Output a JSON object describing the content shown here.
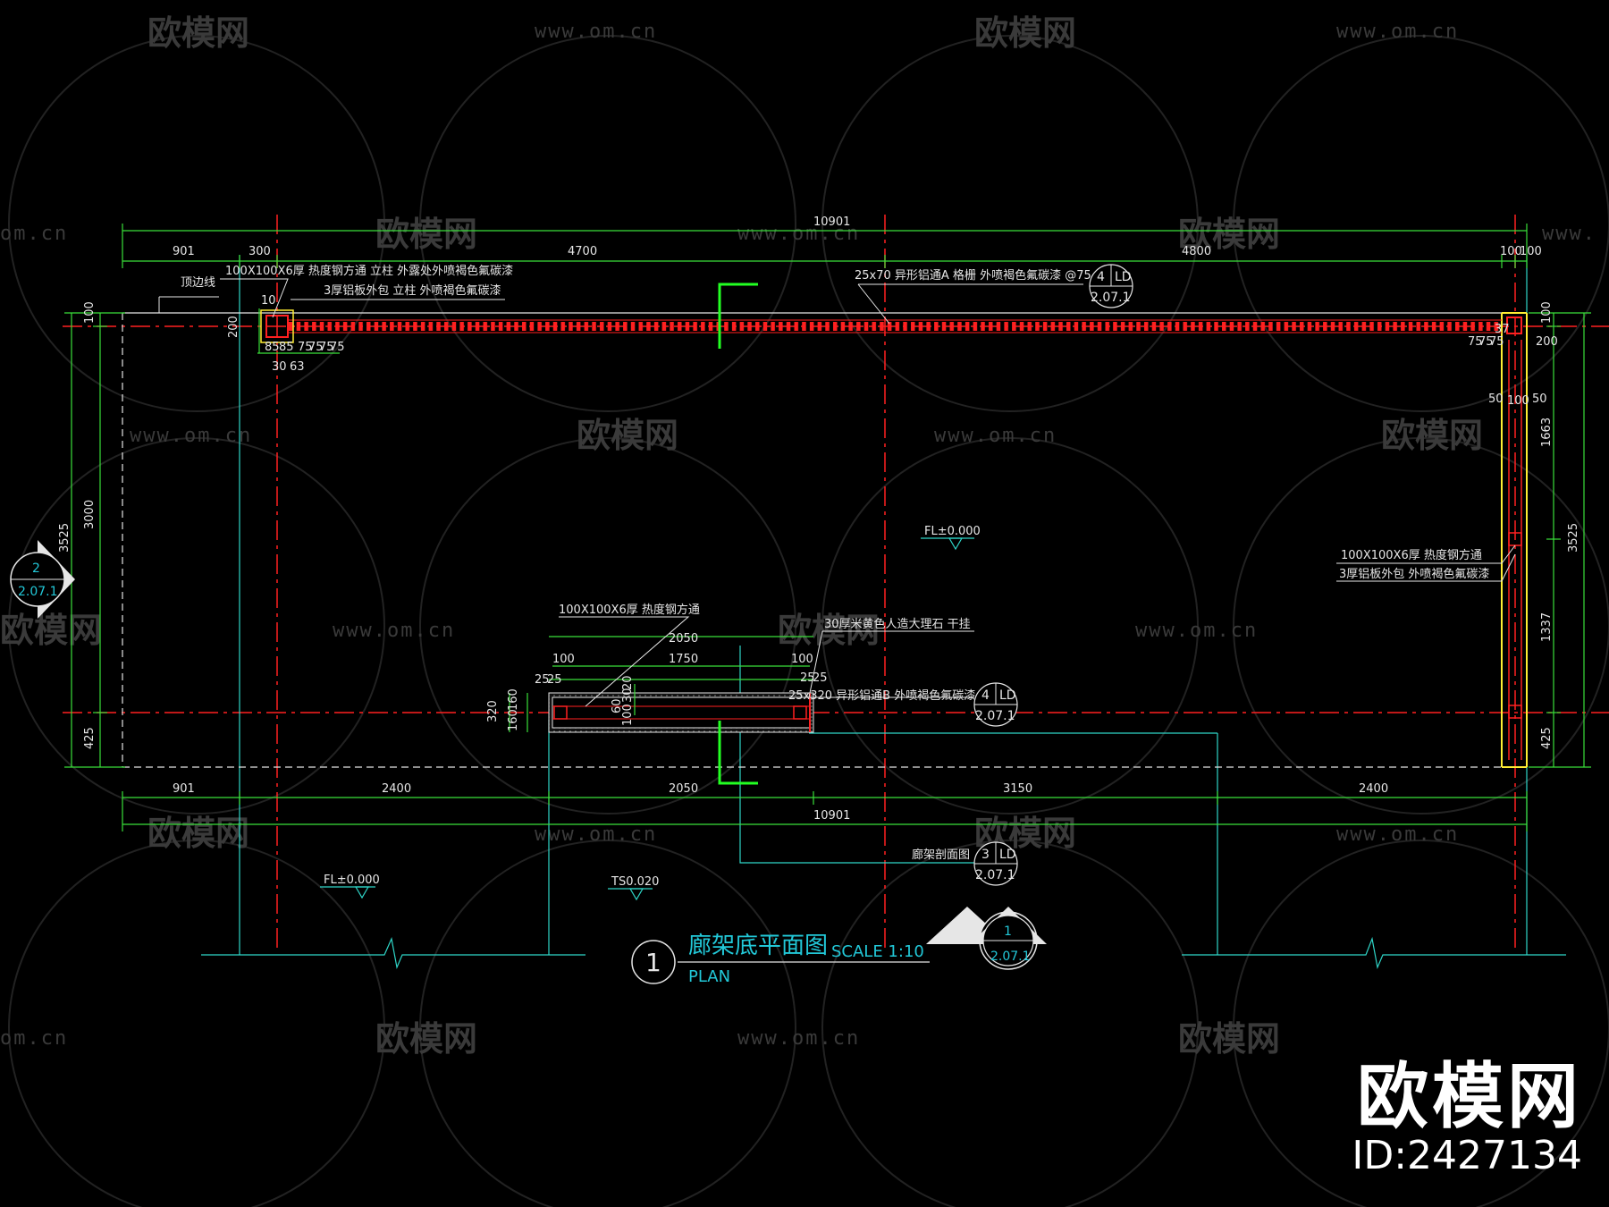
{
  "watermarks": {
    "brand": "欧模网",
    "url": "www.om.cn",
    "url_partial": "om.cn",
    "url_partial_right": "www."
  },
  "brand_box": {
    "name": "欧模网",
    "id": "ID:2427134"
  },
  "title": {
    "number": "1",
    "main": "廊架底平面图",
    "scale": "SCALE 1:10",
    "sub": "PLAN"
  },
  "top_dims": {
    "total": "10901",
    "a": "901",
    "b": "300",
    "c": "4700",
    "d": "4800",
    "e": "100",
    "f": "100"
  },
  "bottom_dims": {
    "a": "901",
    "b": "2400",
    "c": "2050",
    "d": "3150",
    "e": "2400",
    "total": "10901"
  },
  "left_dims": {
    "a": "100",
    "b": "200",
    "c": "3000",
    "d": "3525",
    "e": "425"
  },
  "right_dims": {
    "a": "100",
    "b": "200",
    "c": "50",
    "d": "100",
    "e": "50",
    "f": "1663",
    "g": "3525",
    "h": "1337",
    "i": "425",
    "j": "75",
    "k": "75",
    "l": "75",
    "m": "37"
  },
  "detail_dims": {
    "a": "10",
    "b": "85",
    "c": "85",
    "d": "75",
    "e": "75",
    "f": "75",
    "g": "75",
    "h": "30",
    "i": "63"
  },
  "bench_dims": {
    "overall": "2050",
    "inner": "1750",
    "left": "100",
    "right": "100",
    "l25a": "25",
    "l25b": "25",
    "r25a": "25",
    "r25b": "25",
    "h320": "320",
    "h160a": "160",
    "h160b": "160",
    "v60": "60",
    "v100": "100",
    "v30": "30",
    "v20": "20"
  },
  "notes": {
    "top_col1": "100X100X6厚 热度钢方通 立柱 外露处外喷褐色氟碳漆",
    "top_col2": "3厚铝板外包 立柱 外喷褐色氟碳漆",
    "edge_line": "顶边线",
    "grille": "25x70 异形铝通A 格栅 外喷褐色氟碳漆 @75",
    "right_col1": "100X100X6厚 热度钢方通",
    "right_col2": "3厚铝板外包 外喷褐色氟碳漆",
    "bench_steel": "100X100X6厚 热度钢方通",
    "bench_stone": "30厚米黄色人造大理石 干挂",
    "bench_alu": "25x320 异形铝通B 外喷褐色氟碳漆",
    "section_label": "廊架剖面图",
    "fl_center": "FL±0.000",
    "fl_left": "FL±0.000",
    "ts": "TS0.020"
  },
  "refs": {
    "r1": {
      "top": "4",
      "mid": "LD",
      "bottom": "2.07.1"
    },
    "r2": {
      "top": "4",
      "mid": "LD",
      "bottom": "2.07.1"
    },
    "r3": {
      "top": "3",
      "mid": "LD",
      "bottom": "2.07.1"
    },
    "section_left": {
      "top": "2",
      "bottom": "2.07.1"
    },
    "section_bottom": {
      "top": "1",
      "bottom": "2.07.1"
    }
  },
  "colors": {
    "background": "#000000",
    "dim_line": "#3adf3a",
    "axis": "#ff2020",
    "text": "#e6e6e6",
    "title": "#22c8d8",
    "cut_mark": "#22ff22",
    "column": "#ffee33",
    "cyan_line": "#2fd6c8"
  }
}
